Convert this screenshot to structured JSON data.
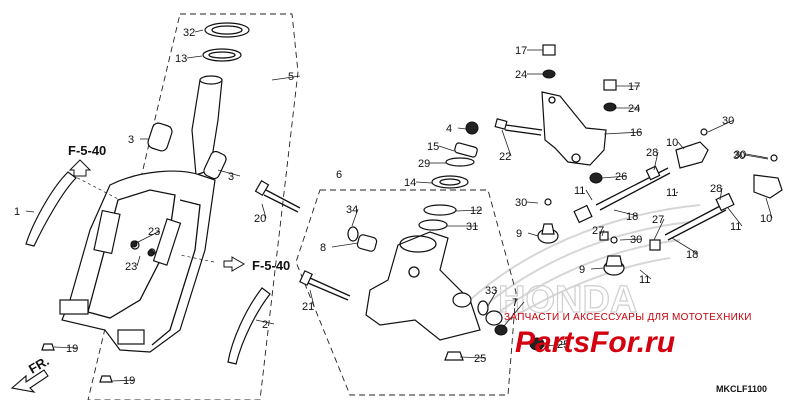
{
  "diagram": {
    "code": "MKCLF1100",
    "watermark_tagline": "ЗАПЧАСТИ И АКСЕССУАРЫ ДЛЯ МОТОТЕХНИКИ",
    "watermark_site": "PartsFor.ru",
    "brand_outline": "HONDA",
    "fr_label": "FR.",
    "refs": [
      {
        "text": "F-5-40"
      },
      {
        "text": "F-5-40"
      }
    ],
    "callouts": [
      {
        "n": "32"
      },
      {
        "n": "13"
      },
      {
        "n": "5"
      },
      {
        "n": "3"
      },
      {
        "n": "3"
      },
      {
        "n": "1"
      },
      {
        "n": "20"
      },
      {
        "n": "23"
      },
      {
        "n": "23"
      },
      {
        "n": "2"
      },
      {
        "n": "19"
      },
      {
        "n": "19"
      },
      {
        "n": "6"
      },
      {
        "n": "34"
      },
      {
        "n": "8"
      },
      {
        "n": "21"
      },
      {
        "n": "33"
      },
      {
        "n": "7"
      },
      {
        "n": "25"
      },
      {
        "n": "25"
      },
      {
        "n": "4"
      },
      {
        "n": "15"
      },
      {
        "n": "29"
      },
      {
        "n": "14"
      },
      {
        "n": "12"
      },
      {
        "n": "31"
      },
      {
        "n": "22"
      },
      {
        "n": "17"
      },
      {
        "n": "24"
      },
      {
        "n": "17"
      },
      {
        "n": "24"
      },
      {
        "n": "16"
      },
      {
        "n": "10"
      },
      {
        "n": "30"
      },
      {
        "n": "30"
      },
      {
        "n": "28"
      },
      {
        "n": "26"
      },
      {
        "n": "11"
      },
      {
        "n": "11"
      },
      {
        "n": "30"
      },
      {
        "n": "9"
      },
      {
        "n": "18"
      },
      {
        "n": "27"
      },
      {
        "n": "28"
      },
      {
        "n": "10"
      },
      {
        "n": "11"
      },
      {
        "n": "27"
      },
      {
        "n": "30"
      },
      {
        "n": "9"
      },
      {
        "n": "18"
      },
      {
        "n": "11"
      },
      {
        "n": "30"
      }
    ]
  }
}
